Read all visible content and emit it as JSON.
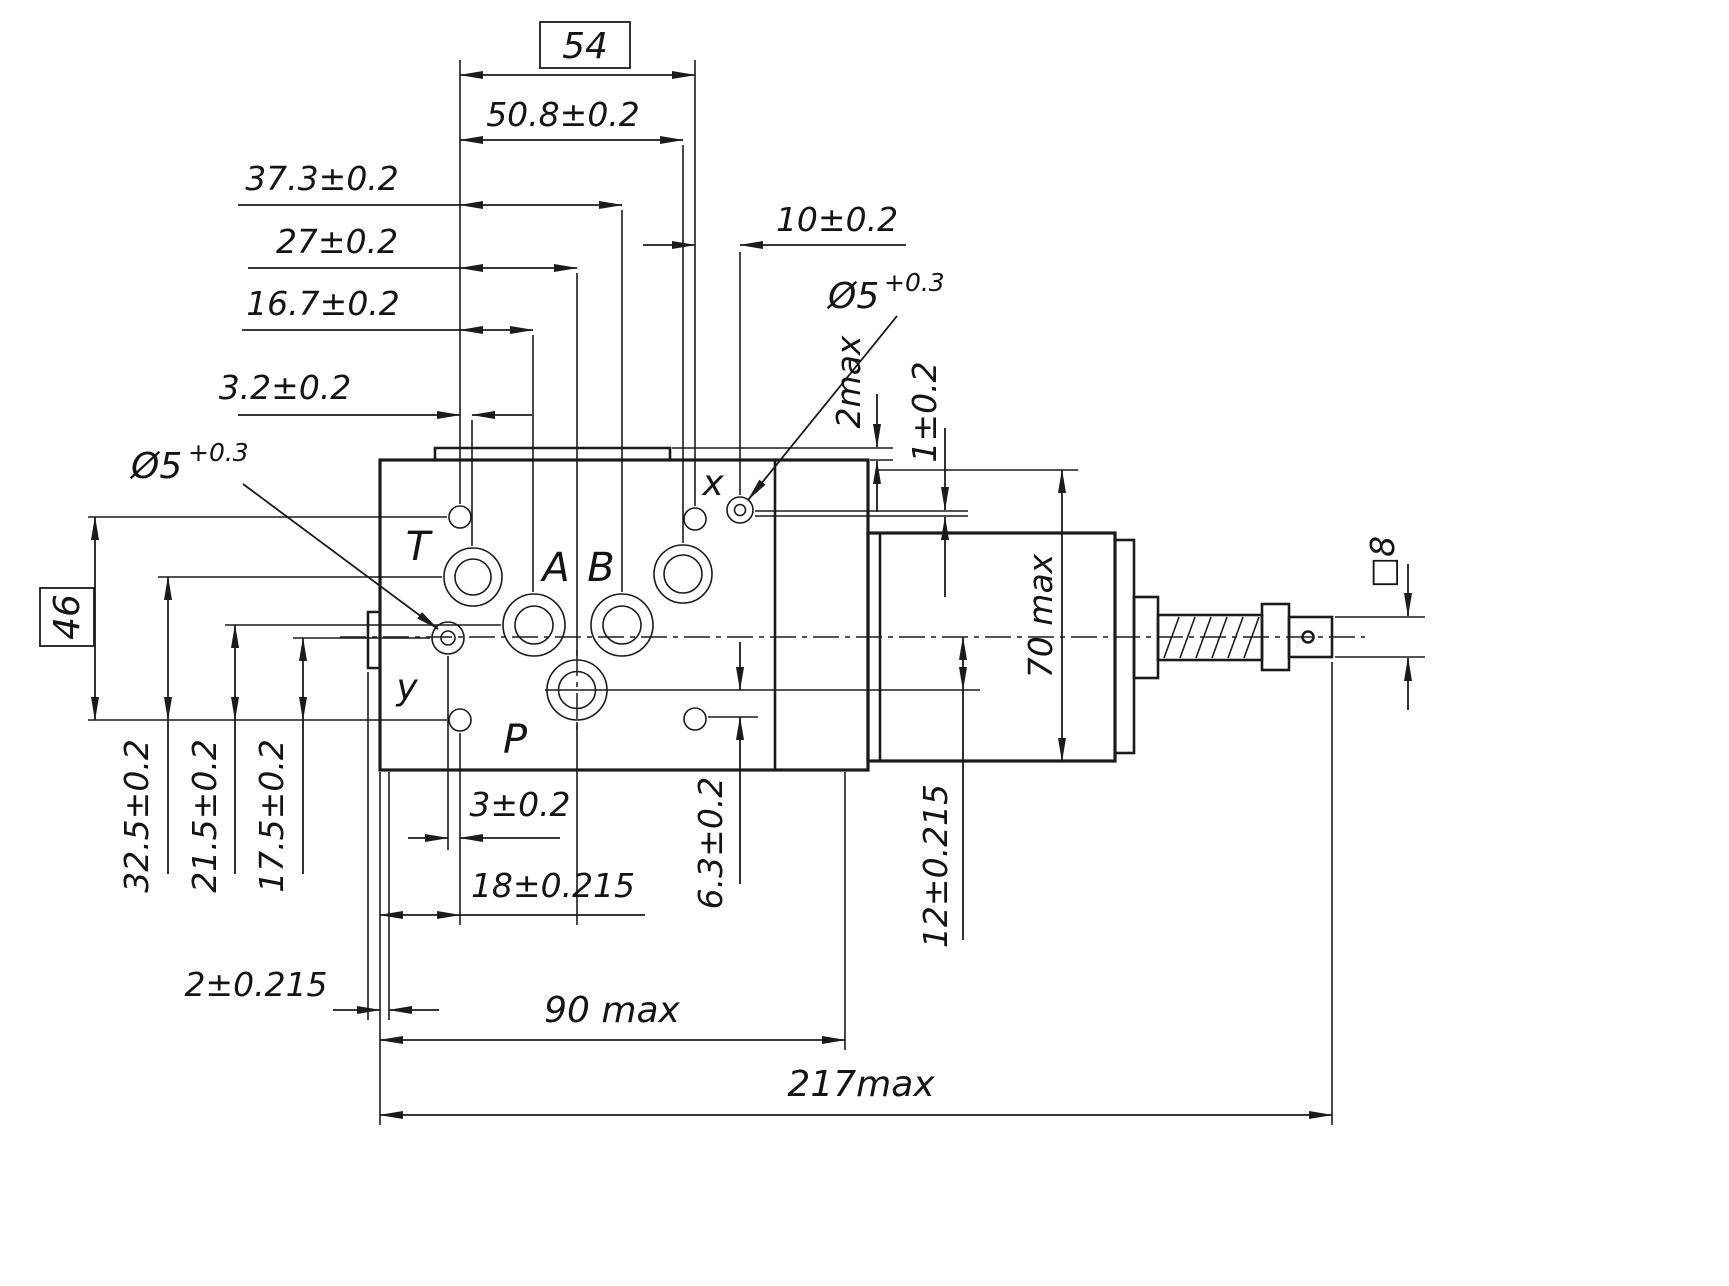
{
  "colors": {
    "ink": "#1b1b1b",
    "background": "#ffffff"
  },
  "drawing": {
    "dims": {
      "d54": "54",
      "d50_8": "50.8±0.2",
      "d37_3": "37.3±0.2",
      "d27": "27±0.2",
      "d16_7": "16.7±0.2",
      "d3_2": "3.2±0.2",
      "d10": "10±0.2",
      "dia5_x": "Ø5",
      "dia5_x_tol": "+0.3",
      "dia5_y": "Ø5",
      "dia5_y_tol": "+0.3",
      "d2max": "2max",
      "d1": "1±0.2",
      "d46": "46",
      "d70": "70 max",
      "sq8": "□8",
      "d32_5": "32.5±0.2",
      "d21_5": "21.5±0.2",
      "d17_5": "17.5±0.2",
      "d3": "3±0.2",
      "d18": "18±0.215",
      "d6_3": "6.3±0.2",
      "d12": "12±0.215",
      "d2": "2±0.215",
      "d90": "90 max",
      "d217": "217max"
    },
    "ports": {
      "t": "T",
      "a": "A",
      "b": "B",
      "p": "P",
      "x": "x",
      "y": "y"
    }
  }
}
